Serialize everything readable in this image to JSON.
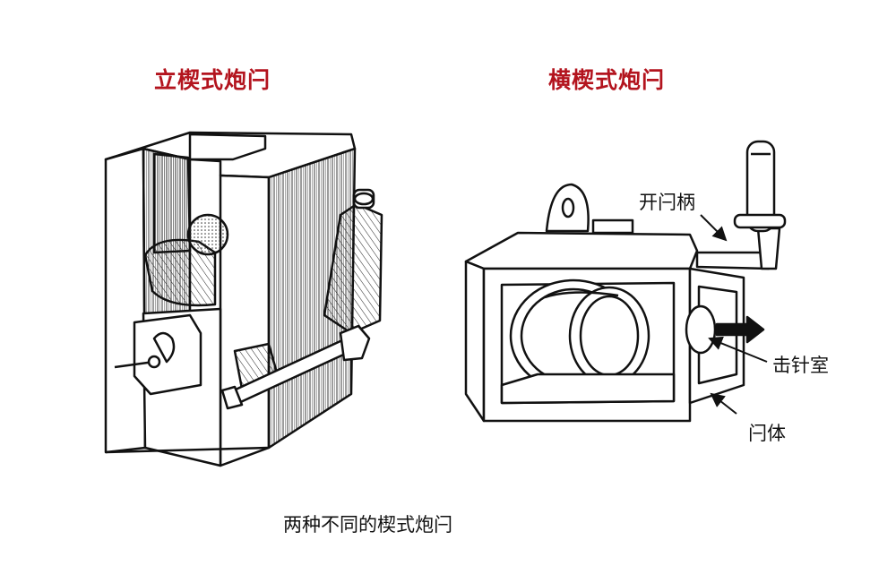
{
  "titles": {
    "left": "立楔式炮闩",
    "right": "横楔式炮闩"
  },
  "labels": {
    "handle": "开闩柄",
    "firing_chamber": "击针室",
    "breech_body": "闩体"
  },
  "caption": "两种不同的楔式炮闩",
  "colors": {
    "title": "#b3141e",
    "ink": "#111111",
    "paper": "#ffffff"
  }
}
